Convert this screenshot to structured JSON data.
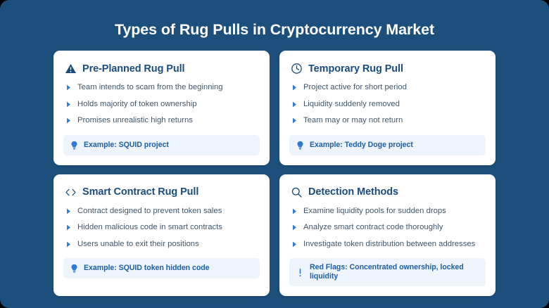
{
  "page": {
    "title": "Types of Rug Pulls in Cryptocurrency Market",
    "background_color": "#1d4f7c",
    "card_background_color": "#ffffff",
    "heading_color": "#1a4d7e",
    "accent_color": "#2f7bd4",
    "note_background_color": "#eef4fb",
    "note_text_color": "#1f5ea8",
    "bullet_text_color": "#41566b"
  },
  "cards": [
    {
      "icon": "warning-triangle-icon",
      "title": "Pre-Planned Rug Pull",
      "bullets": [
        "Team intends to scam from the beginning",
        "Holds majority of token ownership",
        "Promises unrealistic high returns"
      ],
      "note": {
        "icon": "lightbulb-icon",
        "text": "Example: SQUID project"
      }
    },
    {
      "icon": "clock-icon",
      "title": "Temporary Rug Pull",
      "bullets": [
        "Project active for short period",
        "Liquidity suddenly removed",
        "Team may or may not return"
      ],
      "note": {
        "icon": "lightbulb-icon",
        "text": "Example: Teddy Doge project"
      }
    },
    {
      "icon": "code-brackets-icon",
      "title": "Smart Contract Rug Pull",
      "bullets": [
        "Contract designed to prevent token sales",
        "Hidden malicious code in smart contracts",
        "Users unable to exit their positions"
      ],
      "note": {
        "icon": "lightbulb-icon",
        "text": "Example: SQUID token hidden code"
      }
    },
    {
      "icon": "magnifier-search-icon",
      "title": "Detection Methods",
      "bullets": [
        "Examine liquidity pools for sudden drops",
        "Analyze smart contract code thoroughly",
        "Investigate token distribution between addresses"
      ],
      "note": {
        "icon": "exclamation-icon",
        "text": "Red Flags: Concentrated ownership, locked liquidity"
      }
    }
  ]
}
